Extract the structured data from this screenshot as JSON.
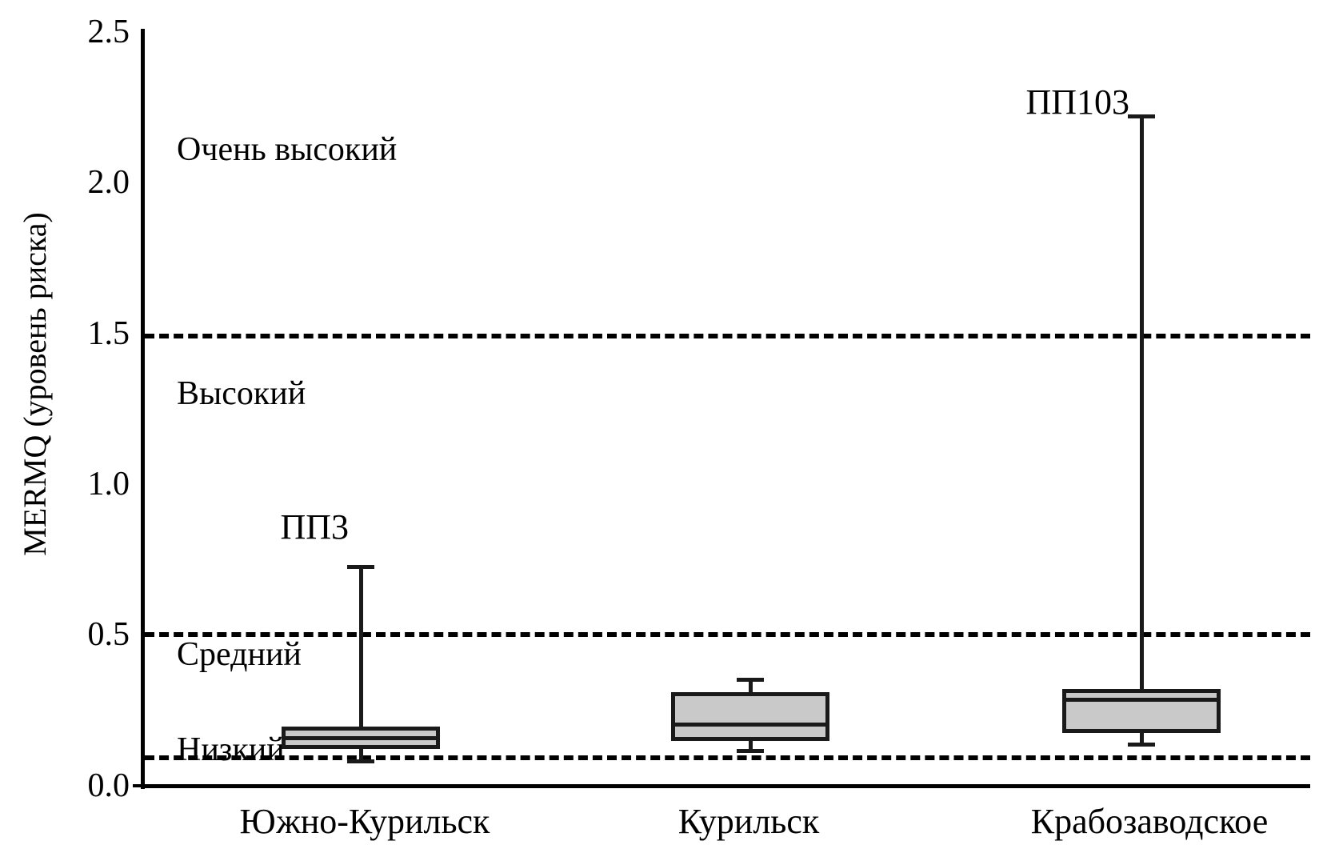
{
  "chart_data": {
    "type": "box",
    "title": "",
    "xlabel": "",
    "ylabel": "MERMQ (уровень риска)",
    "ylim": [
      0.0,
      2.5
    ],
    "ytick_labels": [
      "0.0",
      "0.5",
      "1.0",
      "1.5",
      "2.0",
      "2.5"
    ],
    "ytick_values": [
      0.0,
      0.5,
      1.0,
      1.5,
      2.0,
      2.5
    ],
    "grid": false,
    "legend": "none",
    "categories": [
      "Южно-Курильск",
      "Курильск",
      "Крабозаводское"
    ],
    "boxes": [
      {
        "category": "Южно-Курильск",
        "whisker_low": 0.09,
        "q1": 0.13,
        "median": 0.16,
        "q3": 0.19,
        "whisker_high": 0.73,
        "annotation": "ПП3"
      },
      {
        "category": "Курильск",
        "whisker_low": 0.12,
        "q1": 0.15,
        "median": 0.2,
        "q3": 0.31,
        "whisker_high": 0.35,
        "annotation": ""
      },
      {
        "category": "Крабозаводское",
        "whisker_low": 0.14,
        "q1": 0.18,
        "median": 0.28,
        "q3": 0.32,
        "whisker_high": 2.22,
        "annotation": "ПП103"
      }
    ],
    "threshold_lines": [
      {
        "value": 1.5,
        "style": "dashed"
      },
      {
        "value": 0.51,
        "style": "dashed"
      },
      {
        "value": 0.1,
        "style": "dashed"
      }
    ],
    "zone_labels": [
      {
        "text": "Очень высокий",
        "value": 2.07
      },
      {
        "text": "Высокий",
        "value": 1.27
      },
      {
        "text": "Средний",
        "value": 0.38
      },
      {
        "text": "Низкий",
        "value": 0.05
      }
    ],
    "colors": {
      "box_fill": "#c9c9c9",
      "box_edge": "#1a1a1a",
      "axis": "#000000",
      "text": "#000000"
    }
  }
}
